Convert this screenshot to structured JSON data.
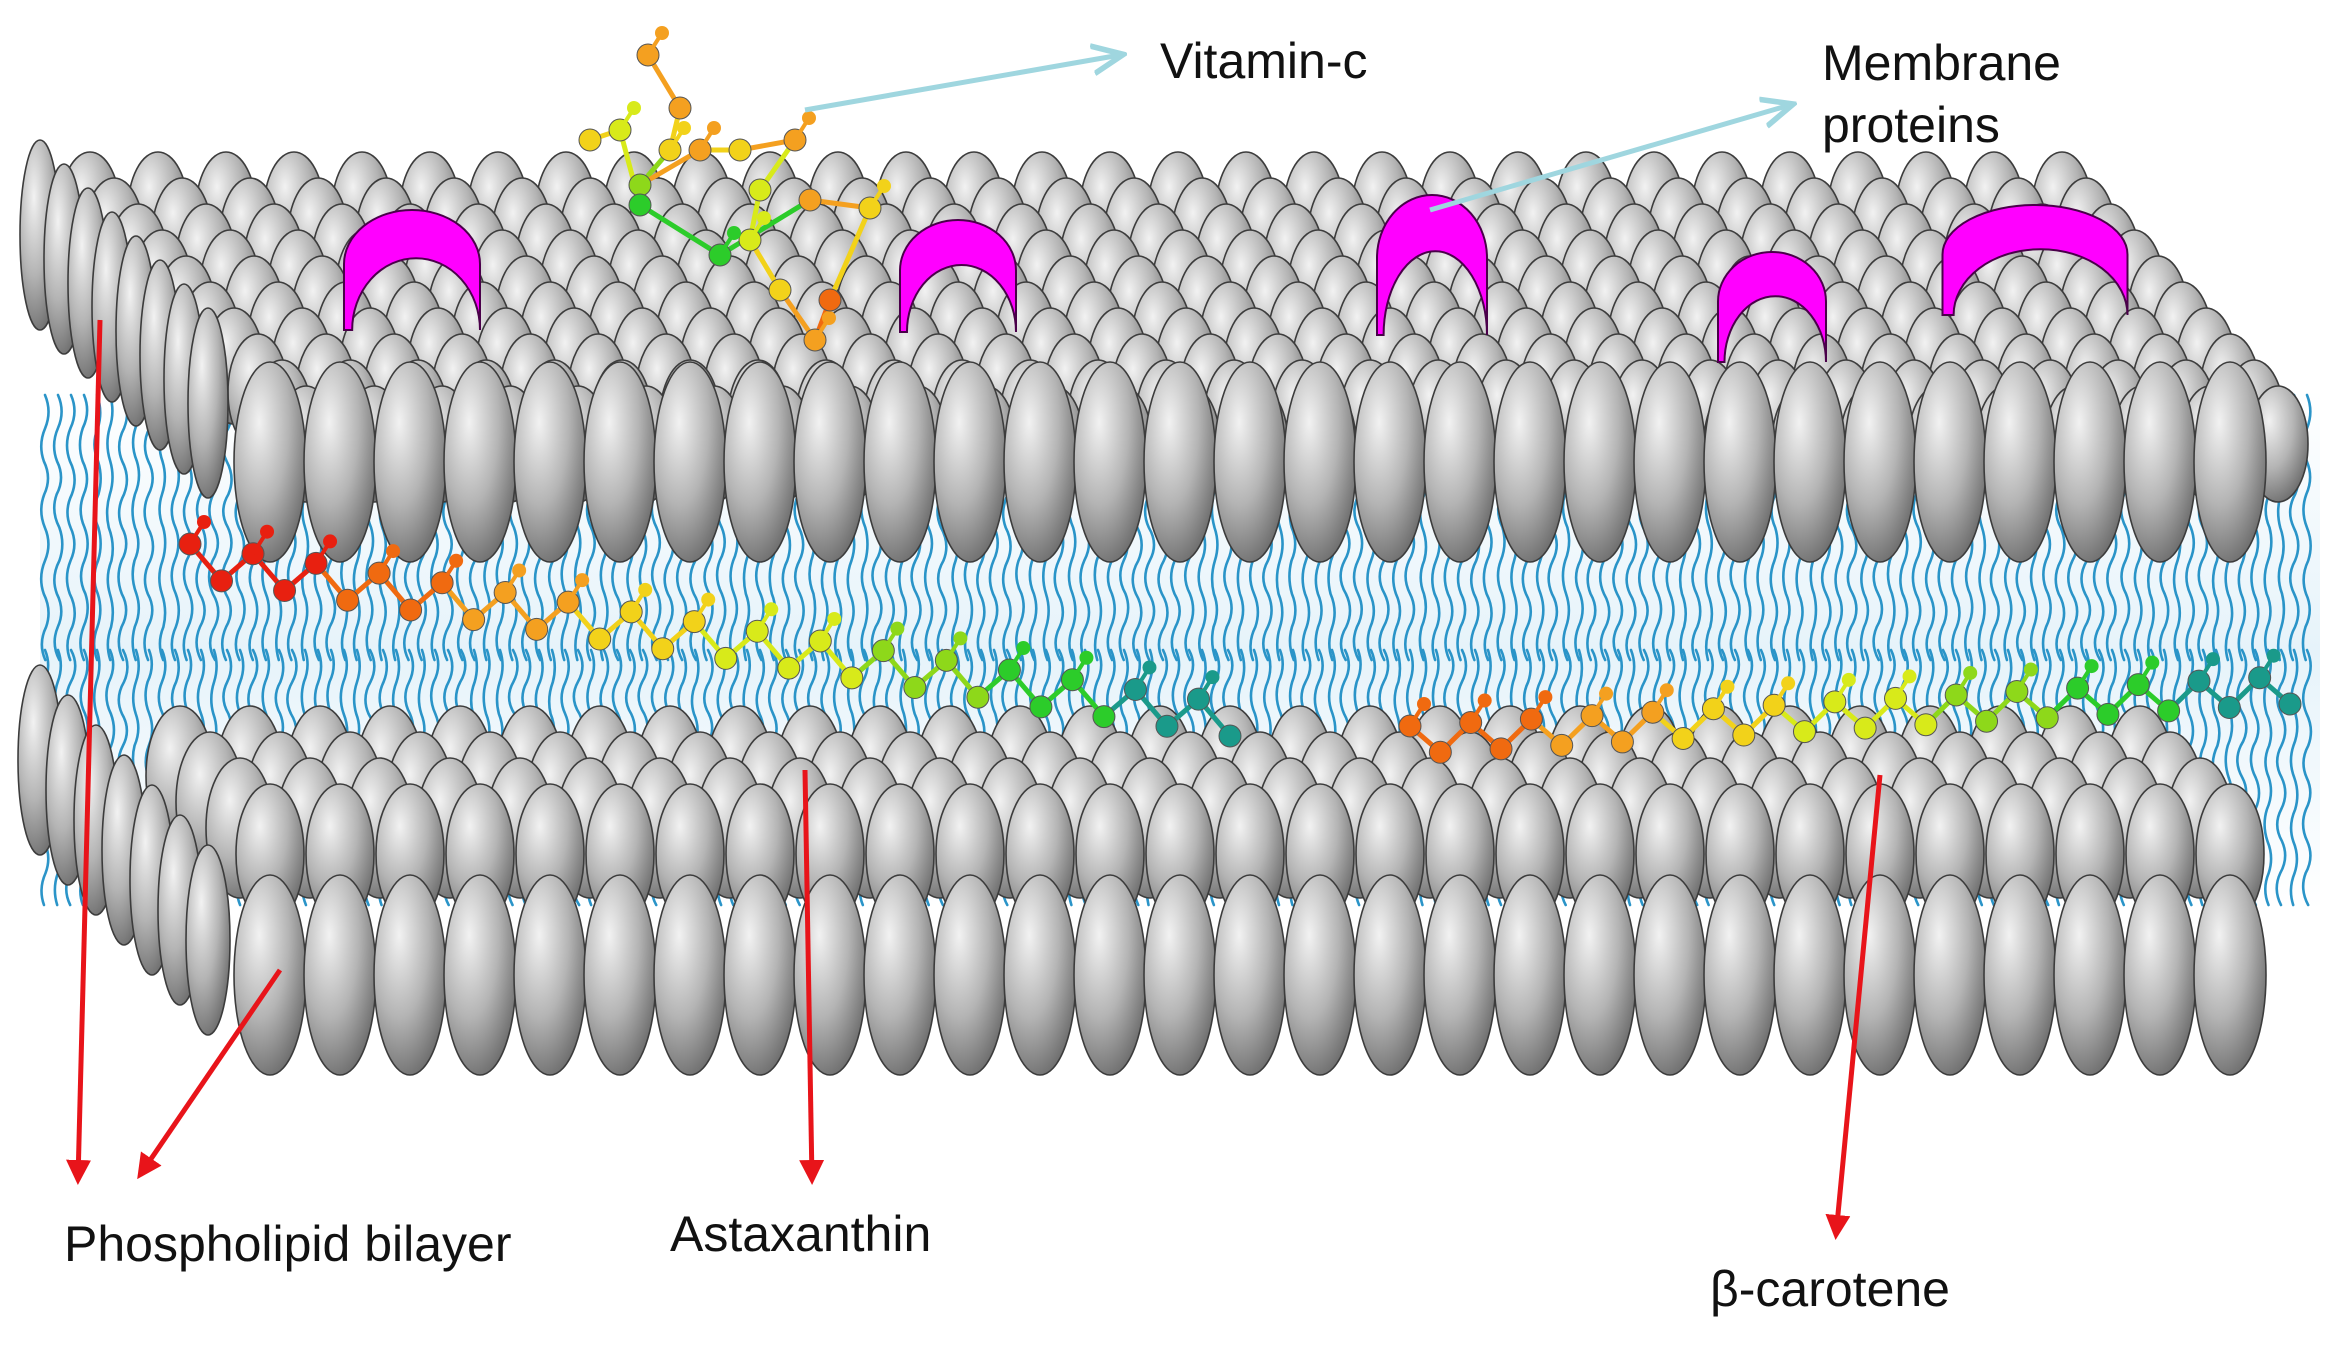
{
  "labels": {
    "vitamin_c": "Vitamin-c",
    "membrane_proteins": "Membrane proteins",
    "phospholipid_bilayer": "Phospholipid bilayer",
    "astaxanthin": "Astaxanthin",
    "beta_carotene": "β-carotene"
  },
  "colors": {
    "lipid_head_light": "#f2f2f2",
    "lipid_head_mid": "#b4b4b4",
    "lipid_head_dark": "#6e6e6e",
    "lipid_tail": "#2a94c8",
    "protein": "#ff00ff",
    "pointer_red": "#e8141a",
    "pointer_cyan": "#9fd6df"
  }
}
